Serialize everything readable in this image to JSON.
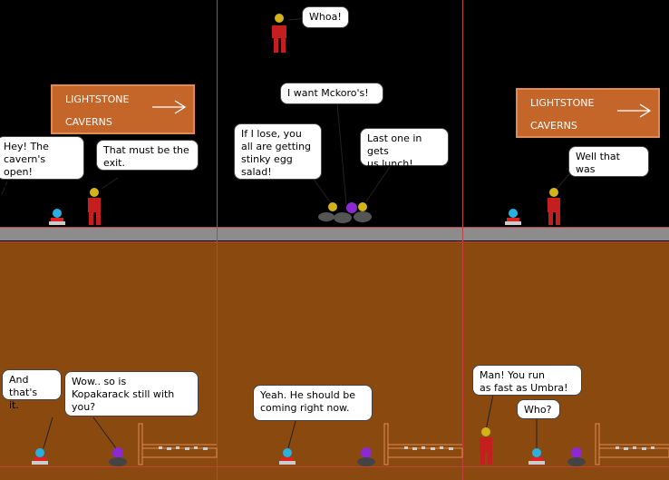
{
  "panels": {
    "p1": {
      "sign": {
        "line1": "LIGHTSTONE",
        "line2": "CAVERNS"
      },
      "bubble_a": "Hey! The\ncavern's open!\nLet's go boys!",
      "bubble_b": "That must be the\nexit."
    },
    "p2": {
      "bubble_whoa": "Whoa!",
      "bubble_want": "I want Mckoro's!",
      "bubble_lose": "If I lose, you\nall are getting\nstinky egg\nsalad!",
      "bubble_last": "Last one in gets\nus lunch!"
    },
    "p3": {
      "sign": {
        "line1": "LIGHTSTONE",
        "line2": "CAVERNS"
      },
      "bubble_crazy": "Well that was\ncrazy."
    },
    "p4": {
      "bubble_it": "And that's\nit.",
      "bubble_wow": "Wow.. so is\nKopakarack still with\nyou?"
    },
    "p5": {
      "bubble_yeah": "Yeah. He should be\ncoming right now."
    },
    "p6": {
      "bubble_man": "Man! You run\nas fast as Umbra!",
      "bubble_who": "Who?"
    }
  },
  "colors": {
    "sky": "#000000",
    "cave": "#8a4a0f",
    "floor": "#8c8c8c",
    "frame": "#c04040",
    "sign": "#c4662a"
  }
}
